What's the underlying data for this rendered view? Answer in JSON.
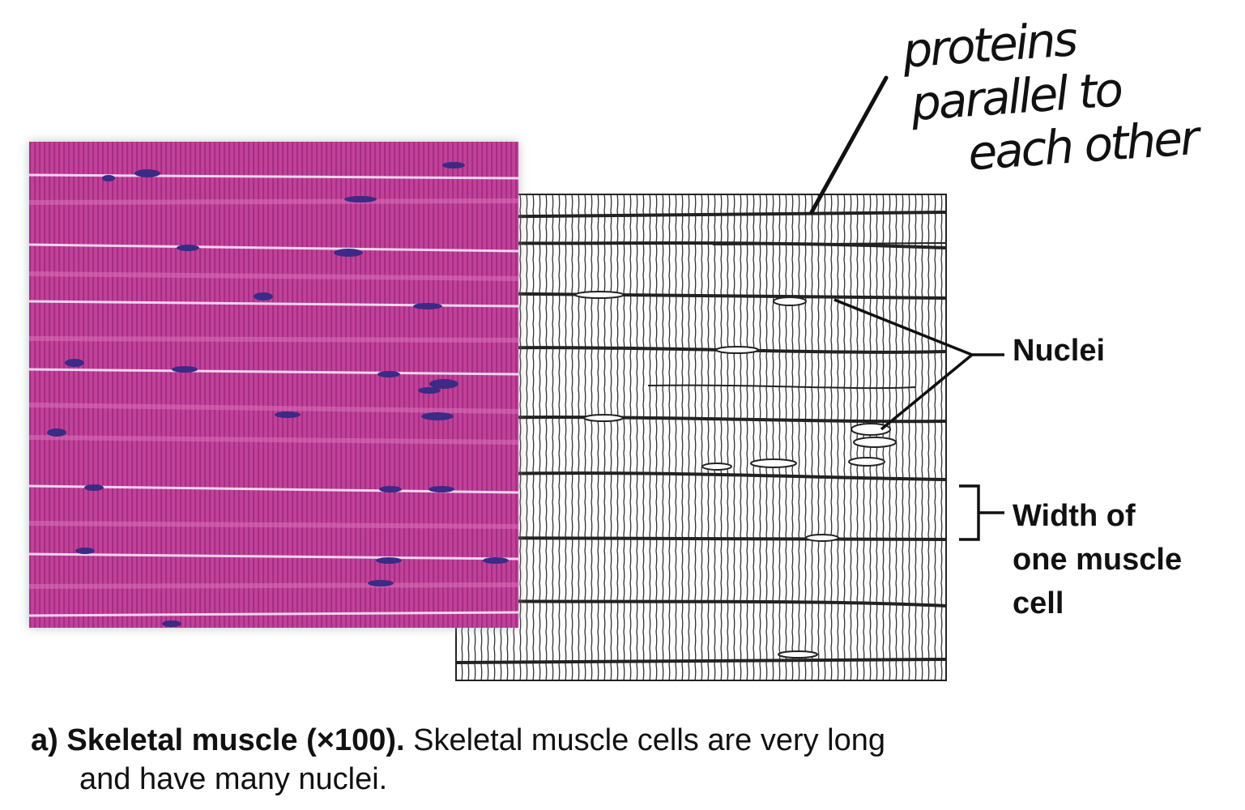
{
  "annotation": {
    "lines": [
      "proteins",
      "parallel to",
      "each other"
    ]
  },
  "labels": {
    "nuclei": "Nuclei",
    "width": [
      "Width of",
      "one muscle",
      "cell"
    ]
  },
  "caption": {
    "prefix": "a)",
    "title": "Skeletal muscle (×100).",
    "text_line1": "Skeletal muscle cells are very long",
    "text_line2": "and have many nuclei."
  },
  "colors": {
    "stain_pink": "#c03d9a",
    "stain_light": "#d765b3",
    "nucleus": "#3a2a8a",
    "drawing_line": "#222222"
  }
}
